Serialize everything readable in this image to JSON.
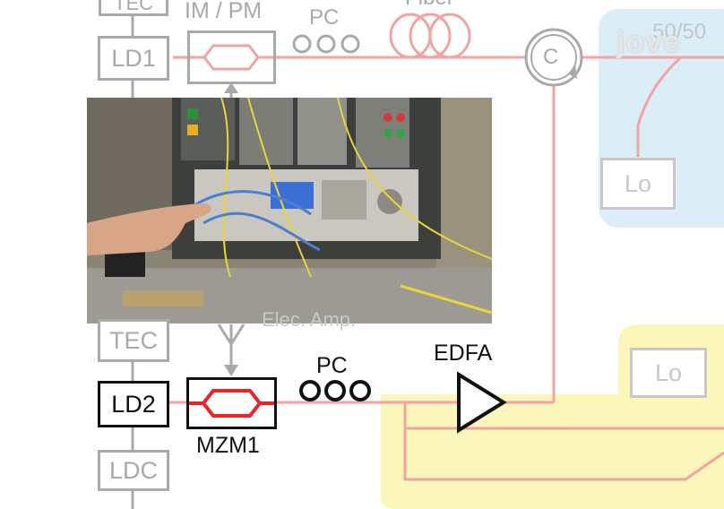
{
  "diagram": {
    "top_labels": {
      "tec": "TEC",
      "impm": "IM / PM",
      "pc": "PC",
      "fiber": "Fiber",
      "ratio": "50/50"
    },
    "boxes": {
      "ld1": "LD1",
      "lo_top": "Lo",
      "tec_bottom": "TEC",
      "ld2": "LD2",
      "ldc": "LDC",
      "lo_right": "Lo"
    },
    "labels": {
      "pc_bottom": "PC",
      "edfa": "EDFA",
      "mzm1": "MZM1",
      "circulator": "C",
      "partial_amp": "Elec. Amp."
    },
    "logo": "jove",
    "colors": {
      "fiber_line": "#f2a3a3",
      "modulator_red": "#e8262a",
      "blue_region": "#dbeef7",
      "yellow_region": "#fbf6b9",
      "grey": "#a9a9a9",
      "dark": "#111111"
    }
  }
}
